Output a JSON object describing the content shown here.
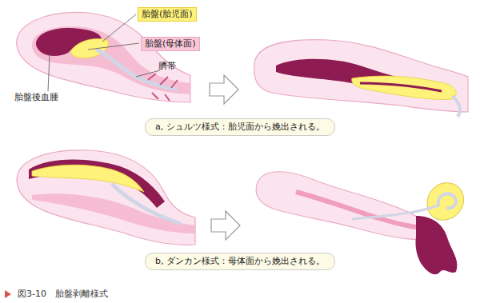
{
  "diagram": {
    "caption": "図3-10　胎盤剥離様式",
    "nodes": [
      {
        "text": [
          "胎盤(胎児面)"
        ]
      },
      {
        "text": [
          "胎盤(母体面)"
        ]
      },
      {
        "text": [
          "a, シュルツ様式：胎児面から娩出される。"
        ]
      },
      {
        "text": [
          "b, ダンカン様式：母体面から娩出される。"
        ]
      }
    ],
    "labels": [
      "臍帯",
      "胎盤後血腫"
    ]
  }
}
